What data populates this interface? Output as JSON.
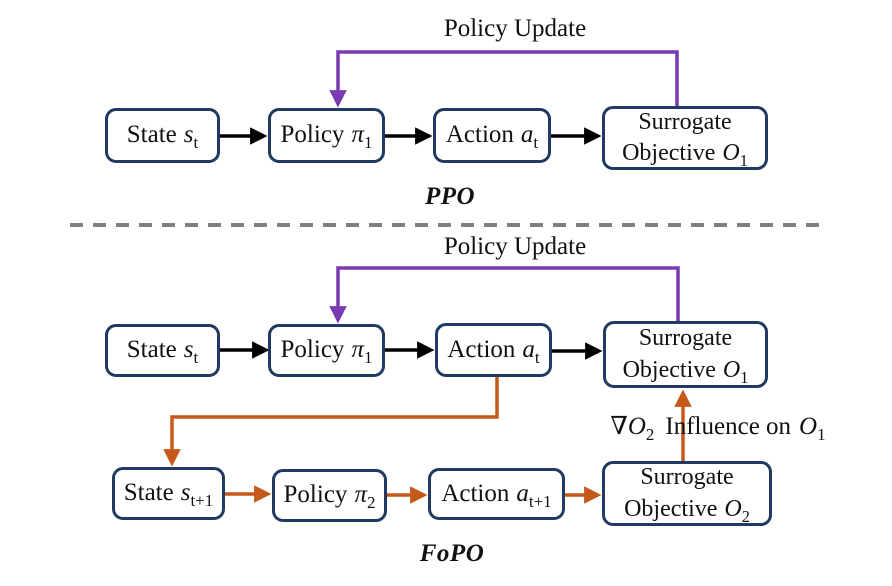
{
  "colors": {
    "box_border": "#203a61",
    "arrow_black": "#000000",
    "arrow_purple": "#7a3ab1",
    "arrow_orange": "#c6591a",
    "divider_gray": "#7f7f7f",
    "text": "#111111",
    "background": "#ffffff"
  },
  "ppo": {
    "section_label": "PPO",
    "policy_update_label": "Policy Update",
    "boxes": {
      "state": {
        "text": "State",
        "var": "s",
        "sub": "t"
      },
      "policy": {
        "text": "Policy",
        "var": "π",
        "sub": "1"
      },
      "action": {
        "text": "Action",
        "var": "a",
        "sub": "t"
      },
      "surrogate": {
        "line1": "Surrogate",
        "line2": "Objective",
        "var": "O",
        "sub": "1"
      }
    }
  },
  "fopo": {
    "section_label": "FoPO",
    "policy_update_label": "Policy Update",
    "influence": {
      "nabla": "∇",
      "var1": "O",
      "sub1": "2",
      "text": "Influence on",
      "var2": "O",
      "sub2": "1"
    },
    "row1": {
      "state": {
        "text": "State",
        "var": "s",
        "sub": "t"
      },
      "policy": {
        "text": "Policy",
        "var": "π",
        "sub": "1"
      },
      "action": {
        "text": "Action",
        "var": "a",
        "sub": "t"
      },
      "surrogate": {
        "line1": "Surrogate",
        "line2": "Objective",
        "var": "O",
        "sub": "1"
      }
    },
    "row2": {
      "state": {
        "text": "State",
        "var": "s",
        "sub": "t+1"
      },
      "policy": {
        "text": "Policy",
        "var": "π",
        "sub": "2"
      },
      "action": {
        "text": "Action",
        "var": "a",
        "sub": "t+1"
      },
      "surrogate": {
        "line1": "Surrogate",
        "line2": "Objective",
        "var": "O",
        "sub": "2"
      }
    }
  }
}
